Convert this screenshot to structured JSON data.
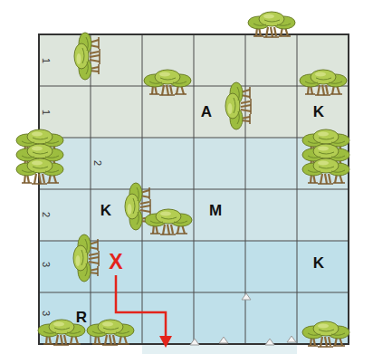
{
  "diagram": {
    "labels": [
      "1",
      "1",
      "A",
      "K",
      "2",
      "2",
      "K",
      "M",
      "3",
      "X",
      "K",
      "3",
      "R"
    ]
  }
}
